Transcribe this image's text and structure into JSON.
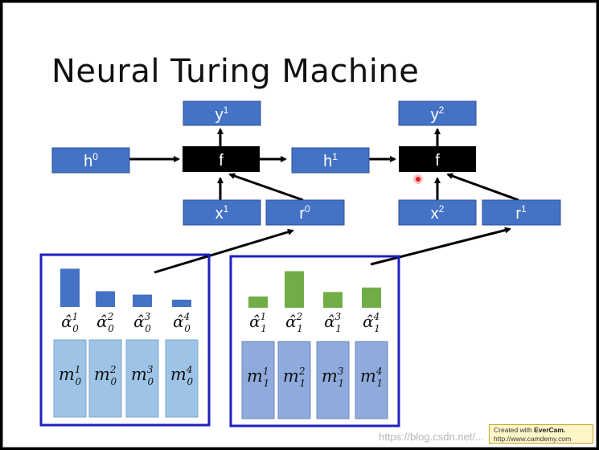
{
  "title": "Neural Turing Machine",
  "nodes": {
    "h0": {
      "base": "h",
      "sup": "0"
    },
    "f1": {
      "base": "f"
    },
    "h1": {
      "base": "h",
      "sup": "1"
    },
    "f2": {
      "base": "f"
    },
    "y1": {
      "base": "y",
      "sup": "1"
    },
    "y2": {
      "base": "y",
      "sup": "2"
    },
    "x1": {
      "base": "x",
      "sup": "1"
    },
    "r0": {
      "base": "r",
      "sup": "0"
    },
    "x2": {
      "base": "x",
      "sup": "2"
    },
    "r1": {
      "base": "r",
      "sup": "1"
    }
  },
  "memory_left": {
    "attention_weights": [
      0.68,
      0.28,
      0.22,
      0.13
    ],
    "alpha_labels": [
      {
        "base": "α̂",
        "sub": "0",
        "sup": "1"
      },
      {
        "base": "α̂",
        "sub": "0",
        "sup": "2"
      },
      {
        "base": "α̂",
        "sub": "0",
        "sup": "3"
      },
      {
        "base": "α̂",
        "sub": "0",
        "sup": "4"
      }
    ],
    "cells": [
      {
        "base": "m",
        "sub": "0",
        "sup": "1"
      },
      {
        "base": "m",
        "sub": "0",
        "sup": "2"
      },
      {
        "base": "m",
        "sub": "0",
        "sup": "3"
      },
      {
        "base": "m",
        "sub": "0",
        "sup": "4"
      }
    ]
  },
  "memory_right": {
    "attention_weights": [
      0.2,
      0.65,
      0.28,
      0.36
    ],
    "alpha_labels": [
      {
        "base": "α̂",
        "sub": "1",
        "sup": "1"
      },
      {
        "base": "α̂",
        "sub": "1",
        "sup": "2"
      },
      {
        "base": "α̂",
        "sub": "1",
        "sup": "3"
      },
      {
        "base": "α̂",
        "sub": "1",
        "sup": "4"
      }
    ],
    "cells": [
      {
        "base": "m",
        "sub": "1",
        "sup": "1"
      },
      {
        "base": "m",
        "sub": "1",
        "sup": "2"
      },
      {
        "base": "m",
        "sub": "1",
        "sup": "3"
      },
      {
        "base": "m",
        "sub": "1",
        "sup": "4"
      }
    ]
  },
  "badge": {
    "line1_prefix": "Created with ",
    "line1_brand": "EverCam.",
    "line2": "http://www.camdemy.com"
  },
  "watermark": "https://blog.csdn.net/..."
}
